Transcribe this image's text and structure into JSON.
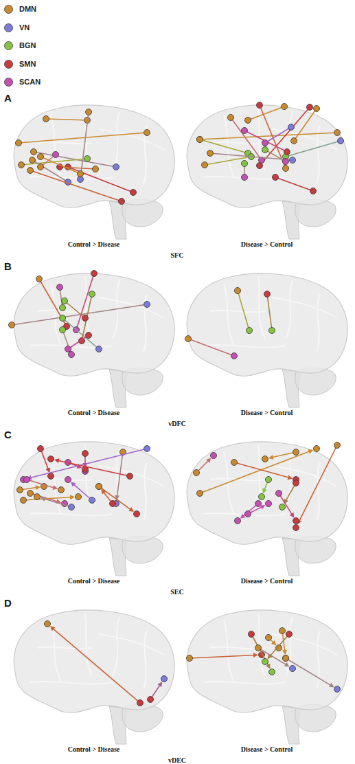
{
  "diagram": {
    "labels": [
      "A",
      "Control > Disease",
      "Disease > Control",
      "SFC",
      "B",
      "Control > Disease",
      "Disease > Control",
      "vDFC",
      "C",
      "Control > Disease",
      "Disease > Control",
      "SEC",
      "D",
      "Control > Disease",
      "Disease > Control",
      "vDEC"
    ],
    "legend": [
      {
        "text": "DMN",
        "color": "#c98a2f"
      },
      {
        "text": "VN",
        "color": "#7c7bd8"
      },
      {
        "text": "BGN",
        "color": "#84c443"
      },
      {
        "text": "SMN",
        "color": "#c93a3c"
      },
      {
        "text": "SCAN",
        "color": "#c54fb4"
      }
    ]
  }
}
